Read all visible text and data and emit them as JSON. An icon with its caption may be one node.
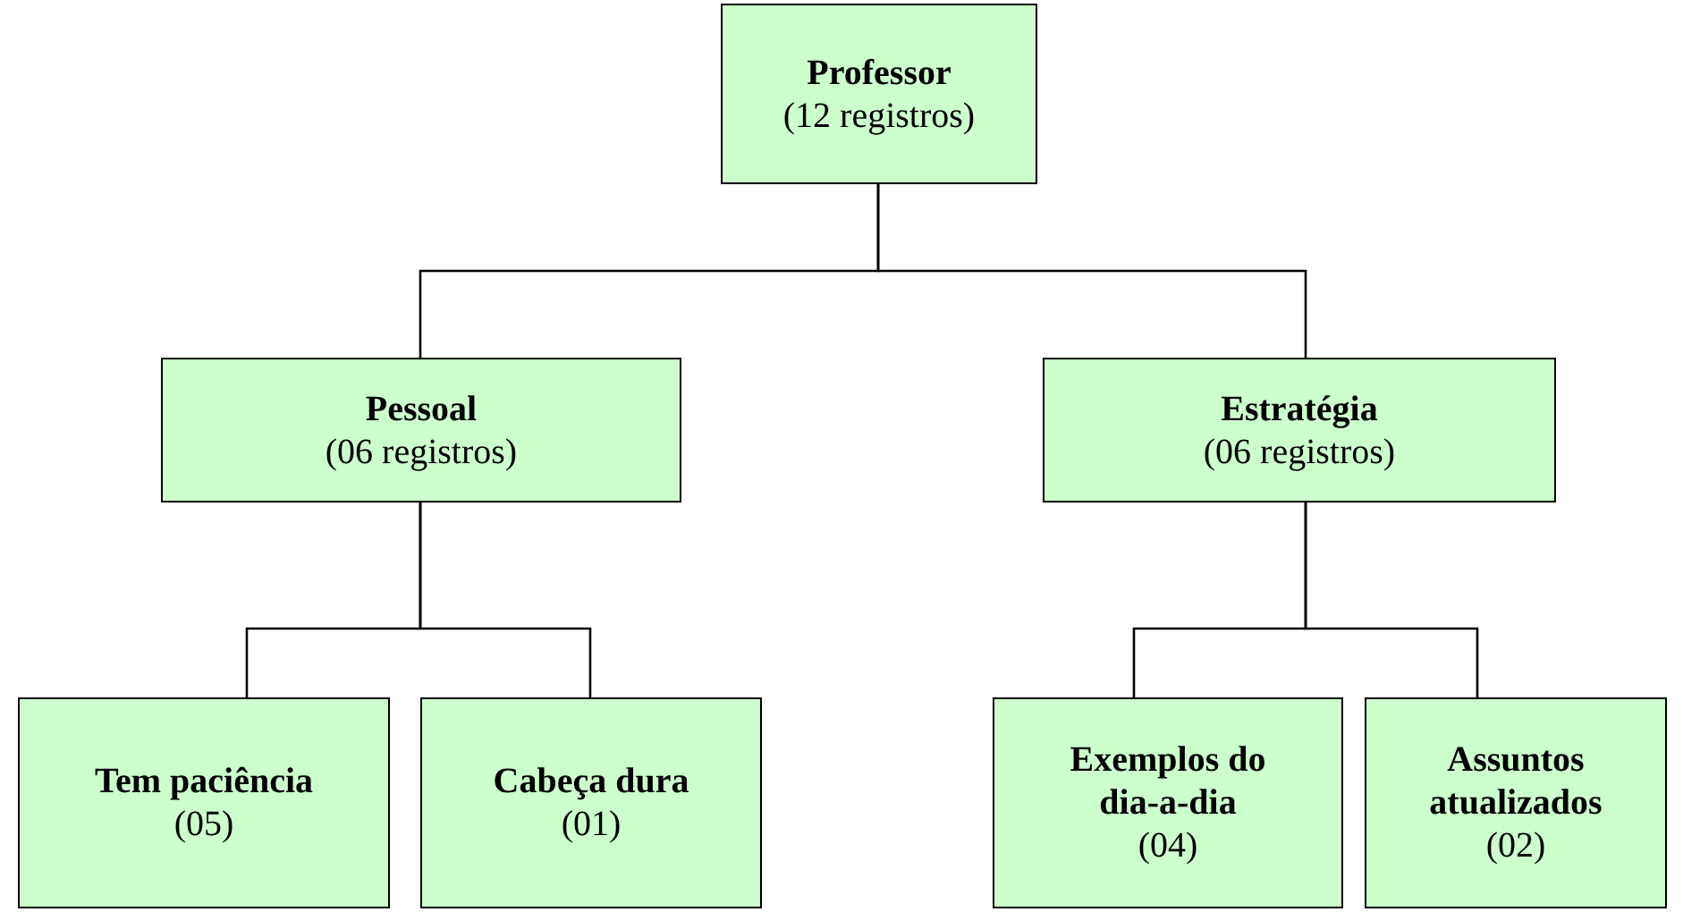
{
  "diagram": {
    "nodes": [
      {
        "text": [
          "Professor",
          "(12 registros)"
        ]
      },
      {
        "text": [
          "Pessoal",
          "(06 registros)"
        ]
      },
      {
        "text": [
          "Estratégia",
          "(06 registros)"
        ]
      },
      {
        "text": [
          "Tem paciência",
          "(05)"
        ]
      },
      {
        "text": [
          "Cabeça dura",
          "(01)"
        ]
      },
      {
        "text": [
          "Exemplos do dia-a-dia",
          "(04)"
        ]
      },
      {
        "text": [
          "Assuntos atualizados",
          "(02)"
        ]
      }
    ],
    "edges": [
      {
        "from": 0,
        "to": 1,
        "arrow": "none"
      },
      {
        "from": 0,
        "to": 2,
        "arrow": "none"
      },
      {
        "from": 1,
        "to": 3,
        "arrow": "none"
      },
      {
        "from": 1,
        "to": 4,
        "arrow": "none"
      },
      {
        "from": 2,
        "to": 5,
        "arrow": "none"
      },
      {
        "from": 2,
        "to": 6,
        "arrow": "none"
      }
    ]
  }
}
